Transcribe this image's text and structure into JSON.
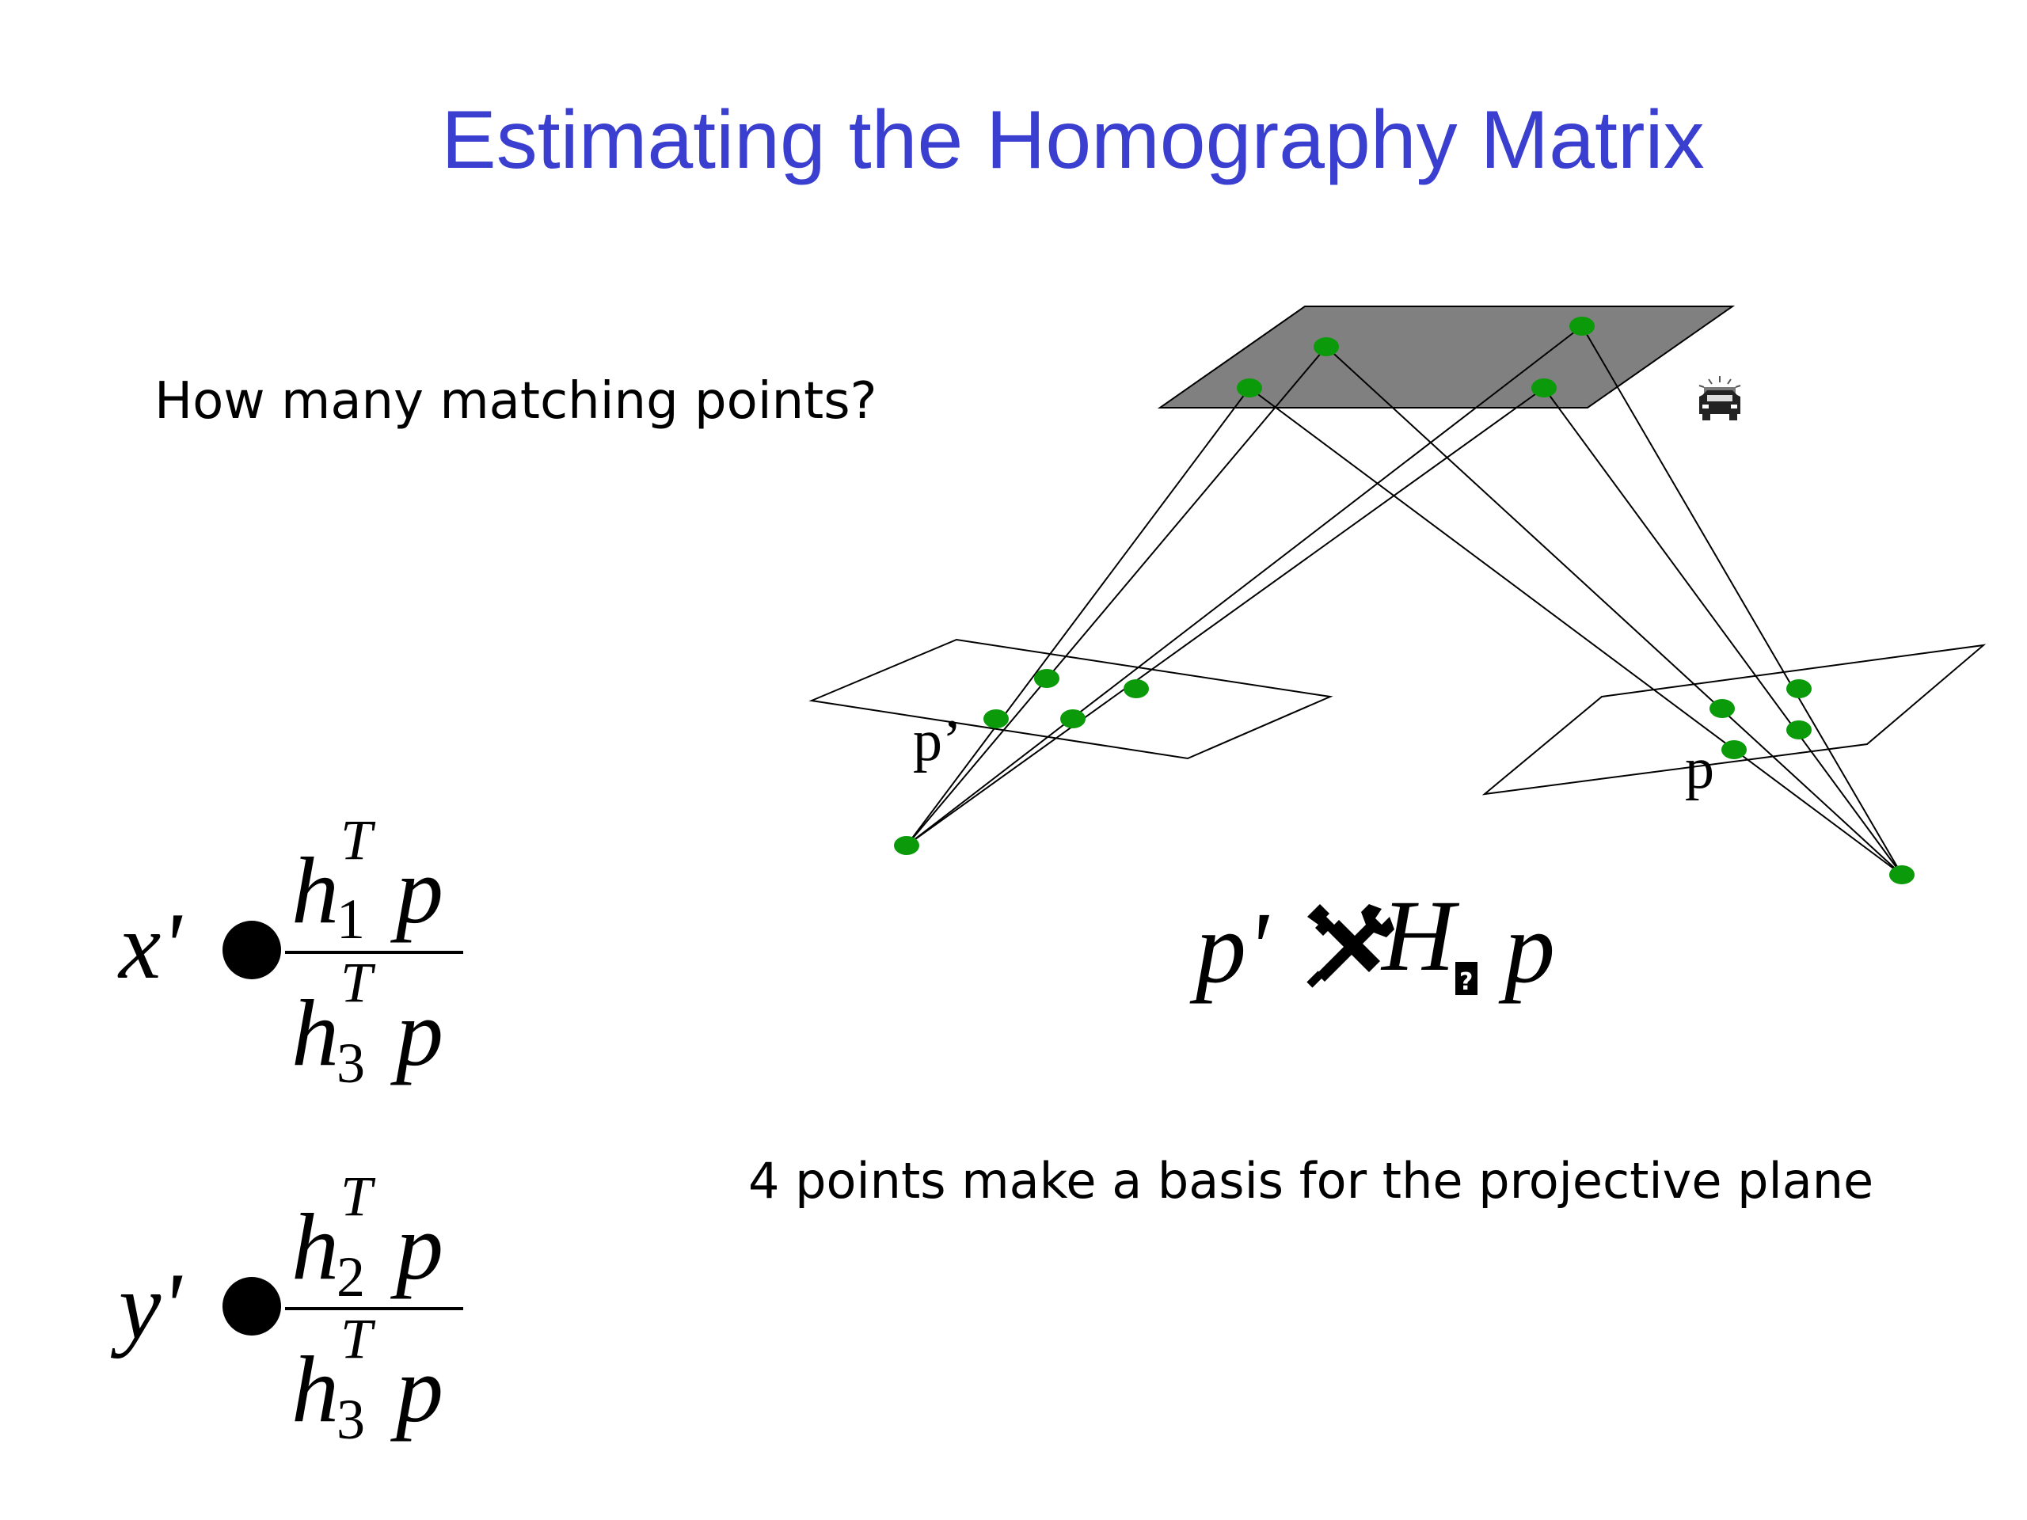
{
  "slide": {
    "title": "Estimating the Homography Matrix",
    "question": "How many matching points?",
    "basis_note": "4 points make a basis for the projective plane"
  },
  "figure": {
    "label_p_prime": "p’",
    "label_p": "p",
    "point_color": "#0a9a0a",
    "plane_fill": "#808080"
  },
  "equations": {
    "homography": {
      "lhs": "p'",
      "operator": "✖",
      "matrix": "H",
      "rhs": "p"
    },
    "x_ratio": {
      "lhs": "x'",
      "num_h": "h",
      "num_sub": "1",
      "num_sup": "T",
      "num_var": "p",
      "den_h": "h",
      "den_sub": "3",
      "den_sup": "T",
      "den_var": "p"
    },
    "y_ratio": {
      "lhs": "y'",
      "num_h": "h",
      "num_sub": "2",
      "num_sup": "T",
      "num_var": "p",
      "den_h": "h",
      "den_sub": "3",
      "den_sup": "T",
      "den_var": "p"
    }
  },
  "icons": [
    "car-icon",
    "tools-icon"
  ]
}
